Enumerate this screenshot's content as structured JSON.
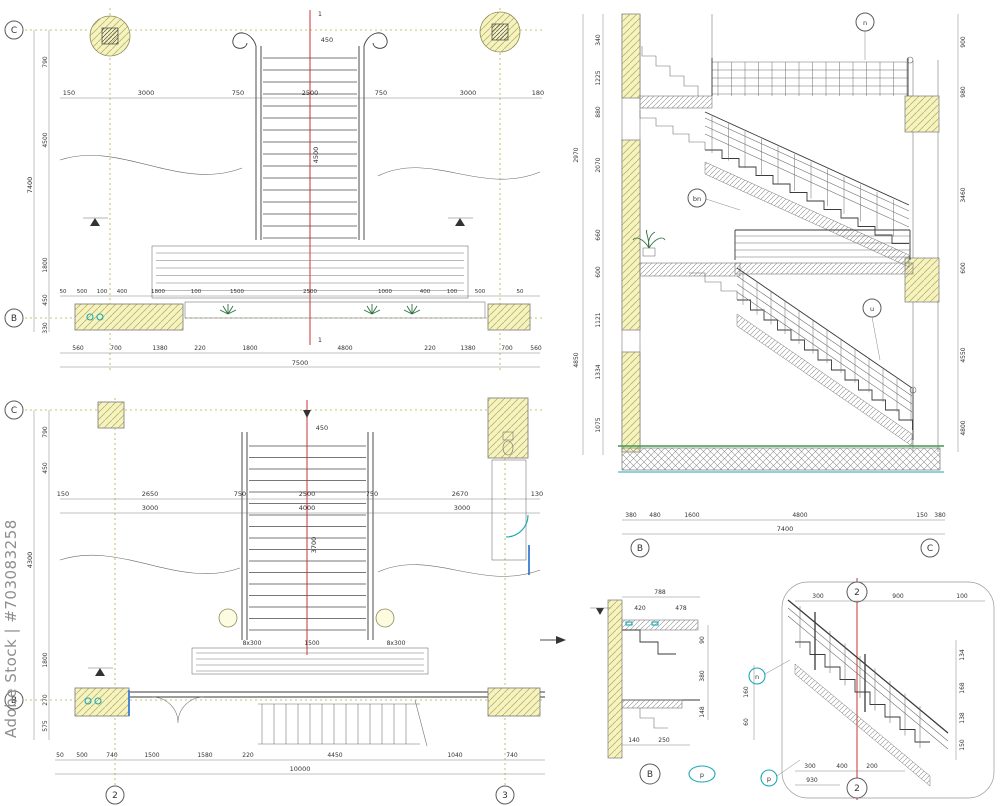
{
  "watermark": {
    "text": "Adobe Stock | #703083258"
  },
  "palette": {
    "grid": "#b9ae3c",
    "line": "#3a3a3a",
    "red": "#cc3333",
    "teal": "#1ba8b5",
    "blue": "#3a7bd5",
    "green": "#3f9b4f",
    "wall_yellow": "#f6f3c3",
    "watermark": "#8e8e8e"
  },
  "plan_top": {
    "grid_bubbles": {
      "top": "C",
      "bottom": "B"
    },
    "section_marker": "1",
    "tread_note": "450",
    "center_dim_v": "4500",
    "dims_top": [
      "150",
      "3000",
      "750",
      "2500",
      "750",
      "3000",
      "180"
    ],
    "dims_left_outer": [
      "7400"
    ],
    "dims_left_inner": [
      "790",
      "4500",
      "1800",
      "450",
      "330"
    ],
    "dims_mid": [
      "50",
      "500",
      "100",
      "400",
      "1800",
      "100",
      "1500",
      "2500",
      "1000",
      "400",
      "100",
      "500",
      "50"
    ],
    "dims_bottom": [
      "560",
      "700",
      "1380",
      "220",
      "1800",
      "4800",
      "220",
      "1380",
      "700",
      "560"
    ],
    "dims_total": [
      "7500"
    ]
  },
  "plan_bottom": {
    "grid_bubbles": {
      "top": "C",
      "bottom": "B",
      "col_left": "2",
      "col_right": "3"
    },
    "tread_note": "450",
    "center_dim_v": "3700",
    "flight_labels": [
      "8x300",
      "8x300",
      "1500"
    ],
    "dims_top": [
      "150",
      "2650",
      "750",
      "2500",
      "750",
      "2670",
      "130"
    ],
    "dims_top2": [
      "3000",
      "4000",
      "3000"
    ],
    "dims_left_outer": [
      "4300"
    ],
    "dims_left_inner": [
      "790",
      "450",
      "1800",
      "270",
      "575"
    ],
    "dims_bottom": [
      "50",
      "500",
      "740",
      "1500",
      "1580",
      "220",
      "4450",
      "1040",
      "740"
    ],
    "dims_total": [
      "10000"
    ]
  },
  "section": {
    "callouts": [
      "n",
      "bn",
      "u"
    ],
    "grid_bubbles": {
      "left": "B",
      "right": "C"
    },
    "dims_left_outer": [
      "2970",
      "4850"
    ],
    "dims_left_inner": [
      "340",
      "1225",
      "880",
      "2070",
      "660",
      "600",
      "1121",
      "1334",
      "1075"
    ],
    "dims_right": [
      "900",
      "980",
      "3460",
      "600",
      "4550",
      "4800"
    ],
    "dims_bottom": [
      "380",
      "480",
      "1600",
      "4800",
      "150",
      "380"
    ],
    "dims_total": [
      "7400"
    ]
  },
  "detail_wall": {
    "bubble": "B",
    "tag": "p",
    "dims_top": [
      "788"
    ],
    "dims_top2": [
      "420",
      "478"
    ],
    "dims_side": [
      "90",
      "380",
      "148"
    ],
    "dims_bottom": [
      "140",
      "250"
    ]
  },
  "detail_stair": {
    "bubble_top": "2",
    "bubble_bottom": "2",
    "tags": [
      "n",
      "p"
    ],
    "dims_top": [
      "300",
      "900",
      "100"
    ],
    "dims_right": [
      "134",
      "168",
      "138",
      "150"
    ],
    "dims_left": [
      "160",
      "60"
    ],
    "dims_bottom": [
      "300",
      "400",
      "200"
    ],
    "dims_total": [
      "930"
    ]
  }
}
